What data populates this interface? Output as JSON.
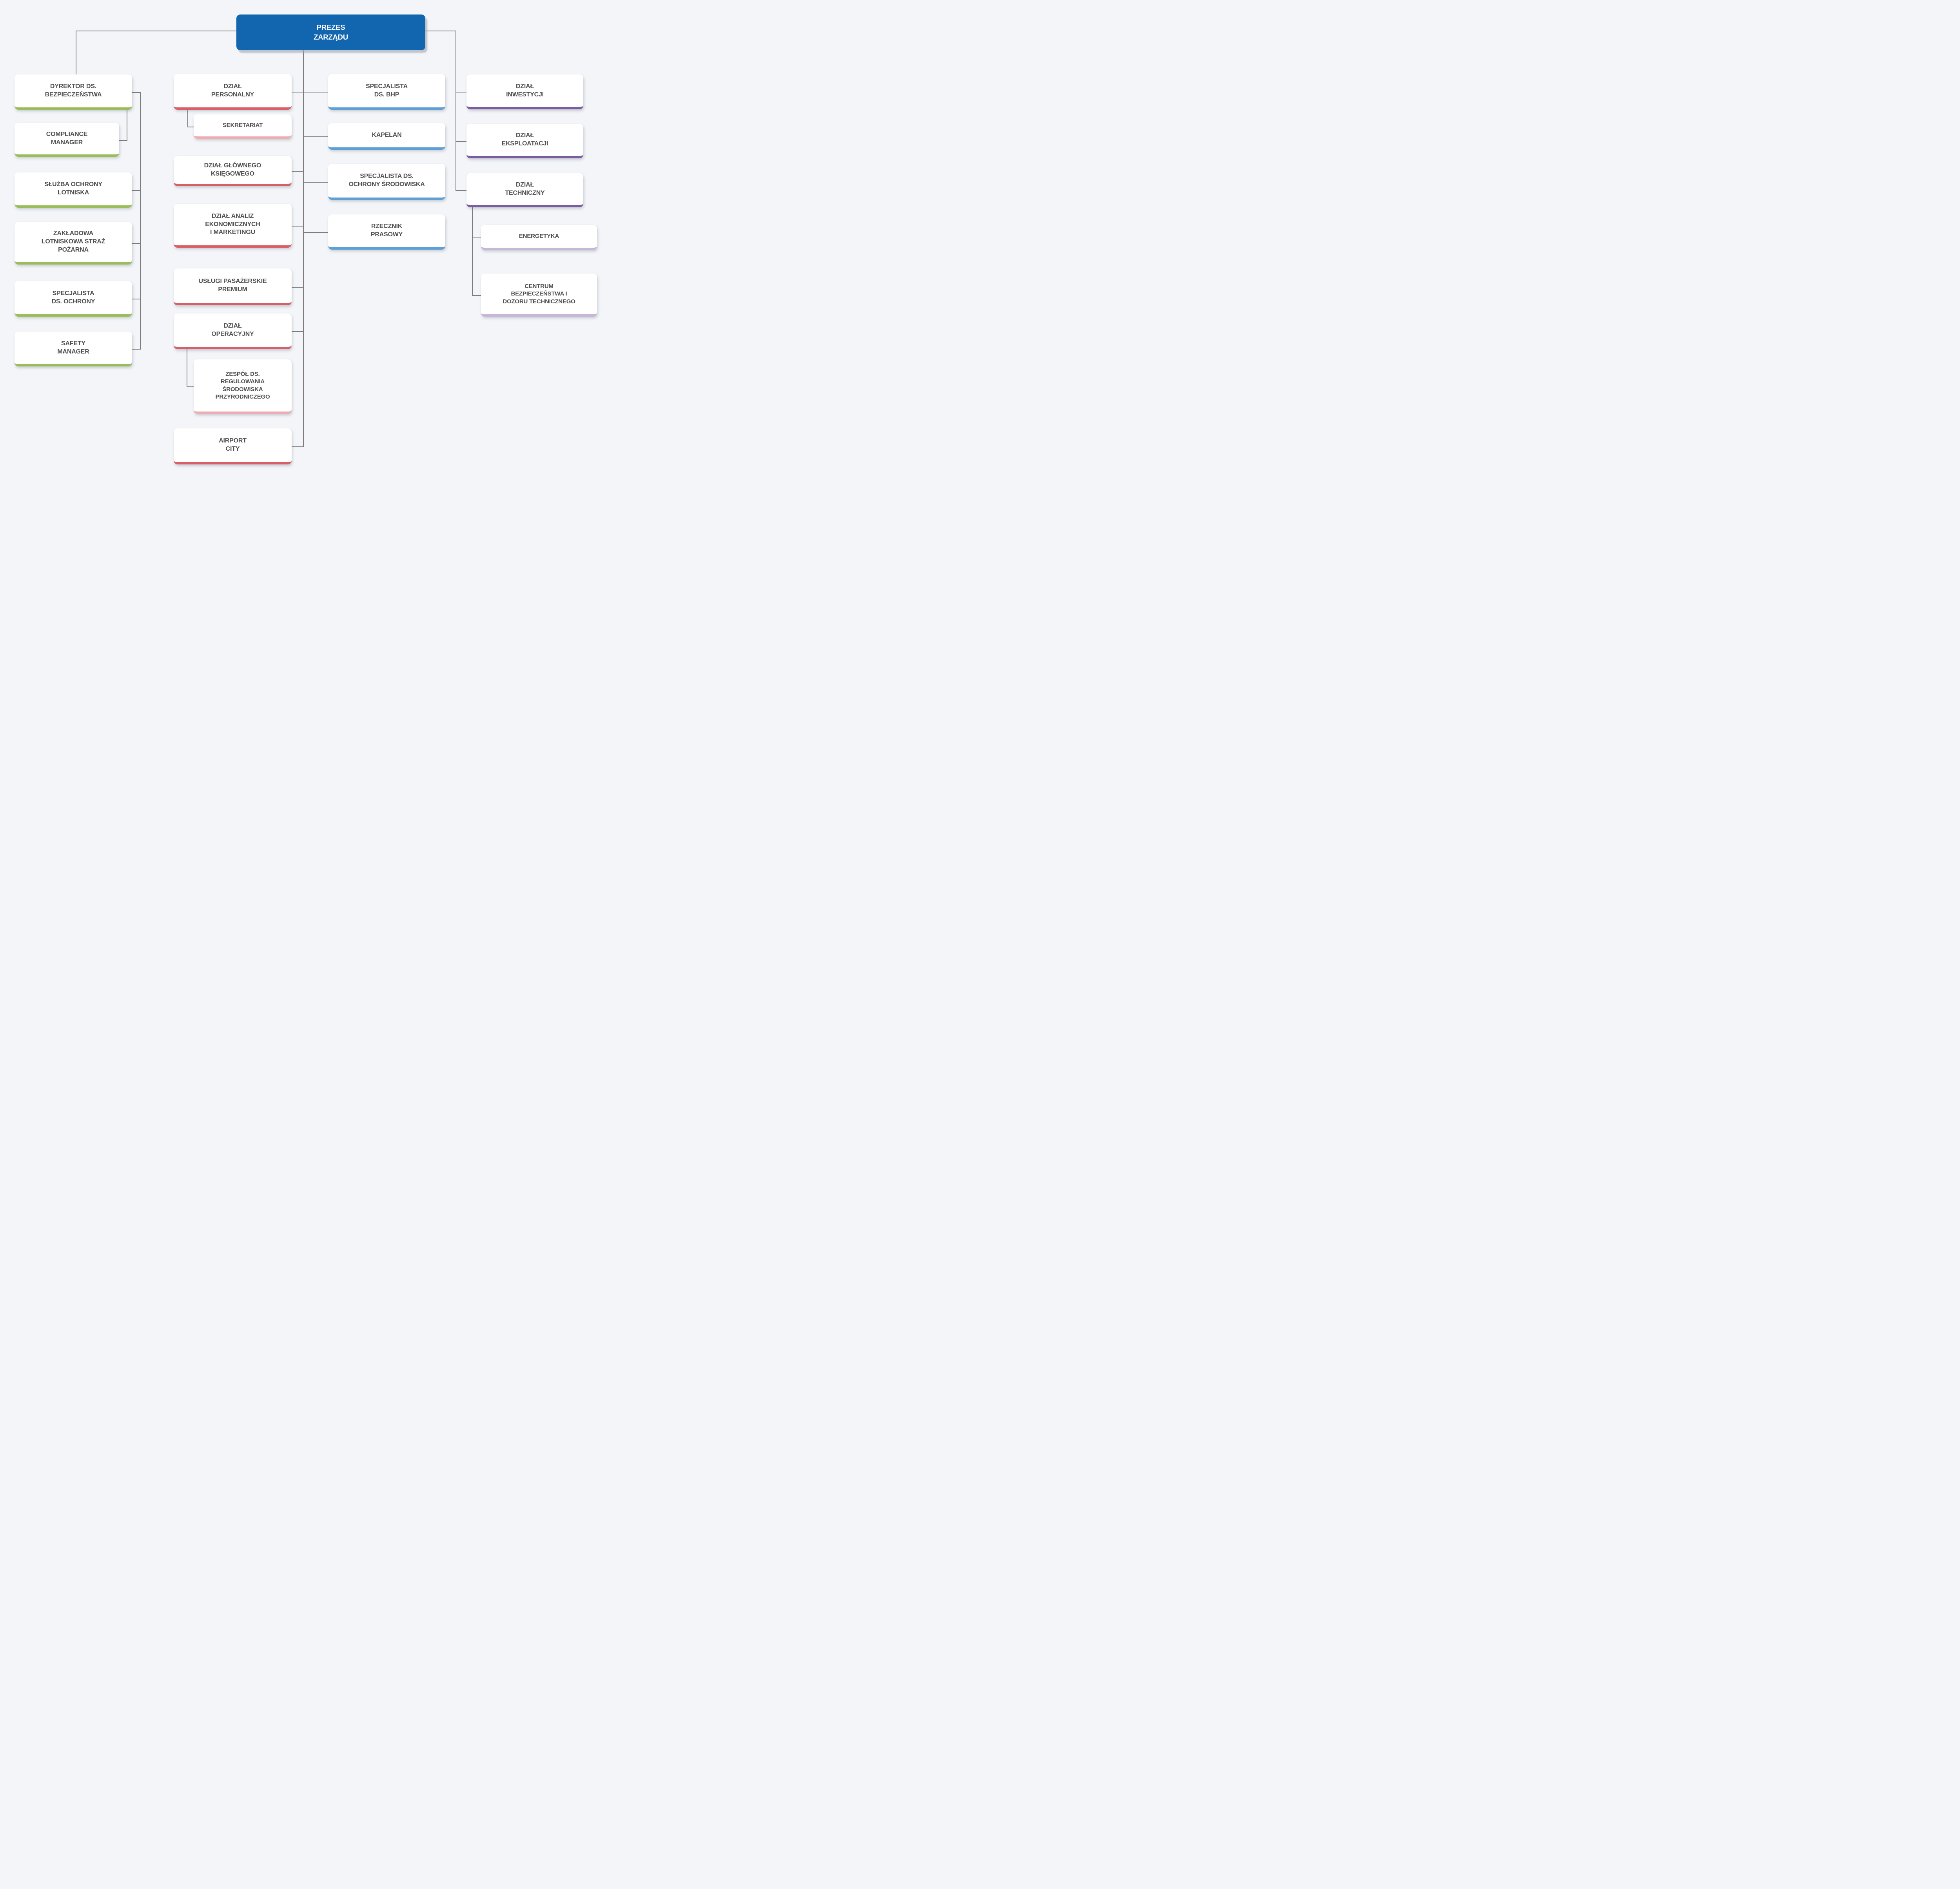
{
  "palette": {
    "background": "#f3f5f8",
    "connector_gray": "#7d7d7d",
    "node_text": "#4f4f4f",
    "root_background": "#1266af",
    "root_text": "#ffffff",
    "branch_green": "#9abd59",
    "branch_red": "#d95f66",
    "branch_red_sub_pink": "#efadb3",
    "branch_blue": "#5f9fd6",
    "branch_purple": "#7b5ba2",
    "branch_purple_sub_lavender": "#c7b6d8"
  },
  "nodes": {
    "root": "PREZES\nZARZĄDU",
    "dyrektor": "DYREKTOR DS.\nBEZPIECZEŃSTWA",
    "compliance": "COMPLIANCE\nMANAGER",
    "sluzba": "SŁUŻBA OCHRONY\nLOTNISKA",
    "zakladowa": "ZAKŁADOWA\nLOTNISKOWA STRAŻ\nPOŻARNA",
    "spec_ochrony": "SPECJALISTA\nDS. OCHRONY",
    "safety": "SAFETY\nMANAGER",
    "personalny": "DZIAŁ\nPERSONALNY",
    "sekretariat": "SEKRETARIAT",
    "ksiegowego": "DZIAŁ GŁÓWNEGO\nKSIĘGOWEGO",
    "analiz": "DZIAŁ ANALIZ\nEKONOMICZNYCH\nI MARKETINGU",
    "uslugi": "USŁUGI PASAŻERSKIE\nPREMIUM",
    "operacyjny": "DZIAŁ\nOPERACYJNY",
    "zespol": "ZESPÓŁ DS.\nREGULOWANIA\nŚRODOWISKA\nPRZYRODNICZEGO",
    "airport": "AIRPORT\nCITY",
    "bhp": "SPECJALISTA\nDS. BHP",
    "kapelan": "KAPELAN",
    "ochrony_srodowiska": "SPECJALISTA DS.\nOCHRONY ŚRODOWISKA",
    "rzecznik": "RZECZNIK\nPRASOWY",
    "inwestycji": "DZIAŁ\nINWESTYCJI",
    "eksploatacji": "DZIAŁ\nEKSPLOATACJI",
    "techniczny": "DZIAŁ\nTECHNICZNY",
    "energetyka": "ENERGETYKA",
    "centrum": "CENTRUM\nBEZPIECZEŃSTWA I\nDOZORU TECHNICZNEGO"
  },
  "hierarchy": {
    "PREZES ZARZĄDU": {
      "DYREKTOR DS. BEZPIECZEŃSTWA": [
        "COMPLIANCE MANAGER",
        "SŁUŻBA OCHRONY LOTNISKA",
        "ZAKŁADOWA LOTNISKOWA STRAŻ POŻARNA",
        "SPECJALISTA DS. OCHRONY",
        "SAFETY MANAGER"
      ],
      "DZIAŁ PERSONALNY": [
        "SEKRETARIAT"
      ],
      "DZIAŁ GŁÓWNEGO KSIĘGOWEGO": [],
      "DZIAŁ ANALIZ EKONOMICZNYCH I MARKETINGU": [],
      "USŁUGI PASAŻERSKIE PREMIUM": [],
      "DZIAŁ OPERACYJNY": [
        "ZESPÓŁ DS. REGULOWANIA ŚRODOWISKA PRZYRODNICZEGO"
      ],
      "AIRPORT CITY": [],
      "SPECJALISTA DS. BHP": [],
      "KAPELAN": [],
      "SPECJALISTA DS. OCHRONY ŚRODOWISKA": [],
      "RZECZNIK PRASOWY": [],
      "DZIAŁ INWESTYCJI": [],
      "DZIAŁ EKSPLOATACJI": [],
      "DZIAŁ TECHNICZNY": [
        "ENERGETYKA",
        "CENTRUM BEZPIECZEŃSTWA I DOZORU TECHNICZNEGO"
      ]
    }
  }
}
